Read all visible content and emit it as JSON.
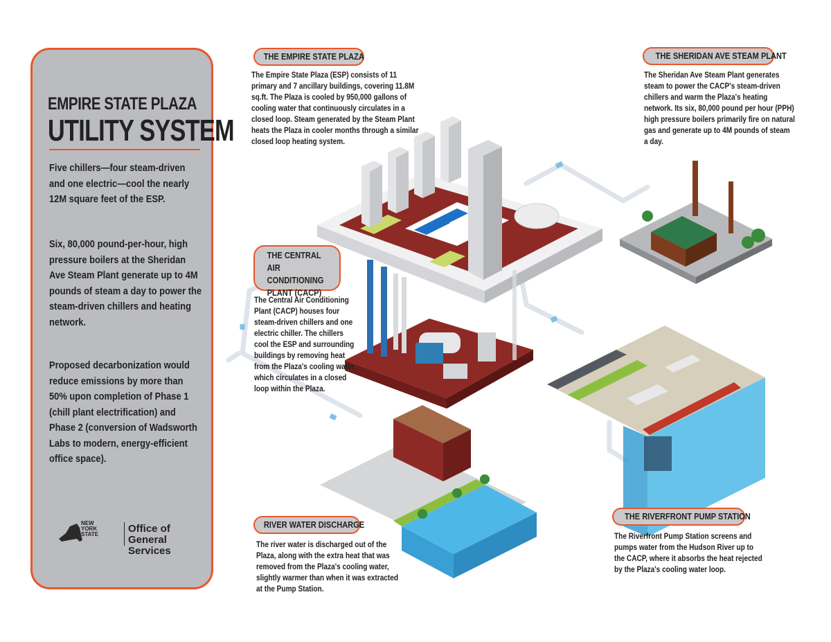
{
  "panel": {
    "title_top": "EMPIRE STATE PLAZA",
    "title_main": "UTILITY SYSTEM",
    "para1": "Five chillers—four steam-driven and one electric—cool the nearly 12M square feet of the ESP.",
    "para2": "Six, 80,000 pound-per-hour, high pressure boilers at the Sheridan Ave Steam Plant generate up to 4M pounds of steam a day to power the steam-driven chillers and heating network.",
    "para3": "Proposed decarbonization would reduce emissions by more than 50% upon completion of Phase 1 (chill plant electrification) and Phase 2 (conversion of Wadsworth Labs to modern, energy-efficient office space).",
    "logo_state": [
      "NEW",
      "YORK",
      "STATE"
    ],
    "logo_agency": [
      "Office of",
      "General Services"
    ]
  },
  "sections": {
    "esp": {
      "label": "THE EMPIRE STATE PLAZA",
      "text": "The Empire State Plaza (ESP) consists of 11 primary and 7 ancillary buildings, covering 11.8M sq.ft. The Plaza is cooled by 950,000 gallons of cooling water that continuously circulates in a closed loop. Steam generated by the Steam Plant heats the Plaza in cooler months through a similar closed loop heating system."
    },
    "steam": {
      "label": "THE SHERIDAN AVE STEAM PLANT",
      "text": "The Sheridan Ave Steam Plant generates steam to power the CACP's steam-driven chillers and warm the Plaza's heating network. Its six, 80,000 pound per hour (PPH) high pressure boilers primarily fire on natural gas and generate up to 4M pounds of steam a day."
    },
    "cacp": {
      "label": "THE CENTRAL AIR CONDITIONING PLANT (CACP)",
      "text": "The Central Air Conditioning Plant (CACP) houses four steam-driven chillers and one electric chiller. The chillers cool the ESP and surrounding buildings by removing heat from the Plaza's cooling water, which circulates in a closed loop within the Plaza."
    },
    "discharge": {
      "label": "RIVER WATER DISCHARGE",
      "text": "The river water is discharged out of the Plaza, along with the extra heat that was removed from the Plaza's cooling water, slightly warmer than when it was extracted at the Pump Station."
    },
    "pump": {
      "label": "THE RIVERFRONT PUMP STATION",
      "text": "The Riverfront Pump Station screens and pumps water from the Hudson River up to the CACP, where it absorbs the heat rejected by the Plaza's cooling water loop."
    }
  },
  "colors": {
    "accent": "#e8572b",
    "panel_bg": "#bbbcbf",
    "plaza_red": "#8e2a26",
    "water_blue": "#4db8e8",
    "grass_green": "#8cbf3f"
  }
}
